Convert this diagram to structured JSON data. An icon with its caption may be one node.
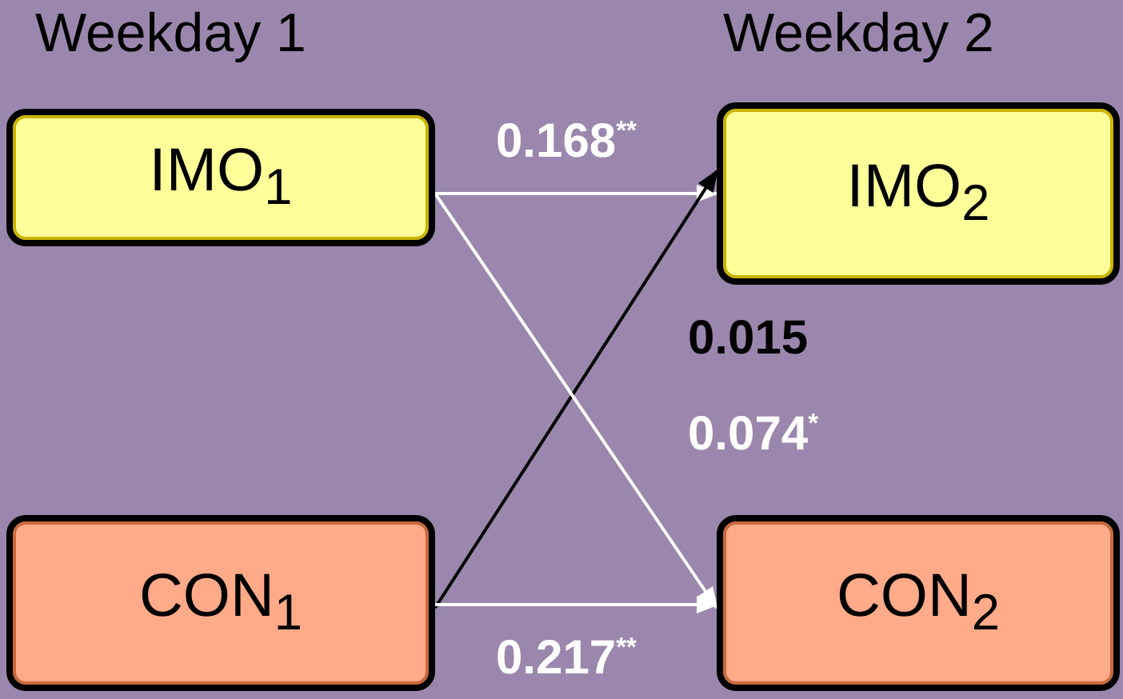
{
  "diagram": {
    "nodes": [
      {
        "text": [
          "IMO$_{1}$"
        ]
      },
      {
        "text": [
          "IMO$_{2}$"
        ]
      },
      {
        "text": [
          "CON$_{1}$"
        ]
      },
      {
        "text": [
          "CON$_{2}$"
        ]
      }
    ],
    "edges": [
      {
        "from": 0,
        "to": 1,
        "arrow": "to",
        "label": "0.168$^{**}$"
      },
      {
        "from": 2,
        "to": 1,
        "arrow": "to",
        "label": "0.015",
        "color": "#000000"
      },
      {
        "from": 0,
        "to": 3,
        "arrow": "to",
        "label": "0.074$^{*}$"
      },
      {
        "from": 2,
        "to": 3,
        "arrow": "to",
        "label": "0.217$^{**}$"
      }
    ],
    "labels": [
      "Weekday 1",
      "Weekday 2"
    ]
  }
}
